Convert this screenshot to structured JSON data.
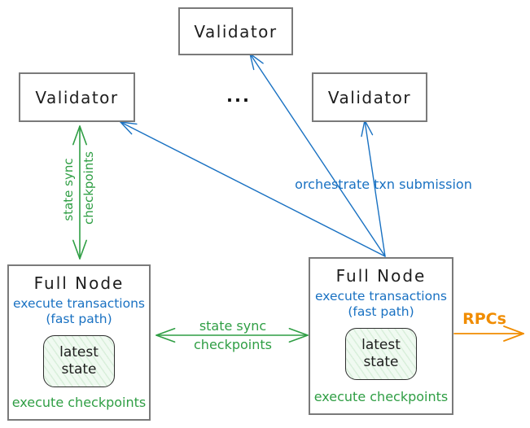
{
  "nodes": {
    "validator_top": {
      "label": "Validator"
    },
    "validator_left": {
      "label": "Validator"
    },
    "validator_right": {
      "label": "Validator"
    },
    "ellipsis": "...",
    "full_node_left": {
      "title": "Full Node",
      "fast_path_line1": "execute transactions",
      "fast_path_line2": "(fast path)",
      "state_line1": "latest",
      "state_line2": "state",
      "footer": "execute checkpoints"
    },
    "full_node_right": {
      "title": "Full Node",
      "fast_path_line1": "execute transactions",
      "fast_path_line2": "(fast path)",
      "state_line1": "latest",
      "state_line2": "state",
      "footer": "execute checkpoints"
    }
  },
  "edges": {
    "state_sync_vertical": {
      "line1": "state sync",
      "line2": "checkpoints"
    },
    "state_sync_horizontal": {
      "line1": "state sync",
      "line2": "checkpoints"
    },
    "orchestrate": {
      "label": "orchestrate txn submission"
    },
    "rpcs": {
      "label": "RPCs"
    }
  },
  "colors": {
    "blue": "#1971c2",
    "green": "#2f9e44",
    "orange": "#f08c00",
    "box_border": "#7a7a7a",
    "text": "#1d1d1d",
    "state_fill": "#f0faf1",
    "state_hatch": "#d9efdb"
  }
}
